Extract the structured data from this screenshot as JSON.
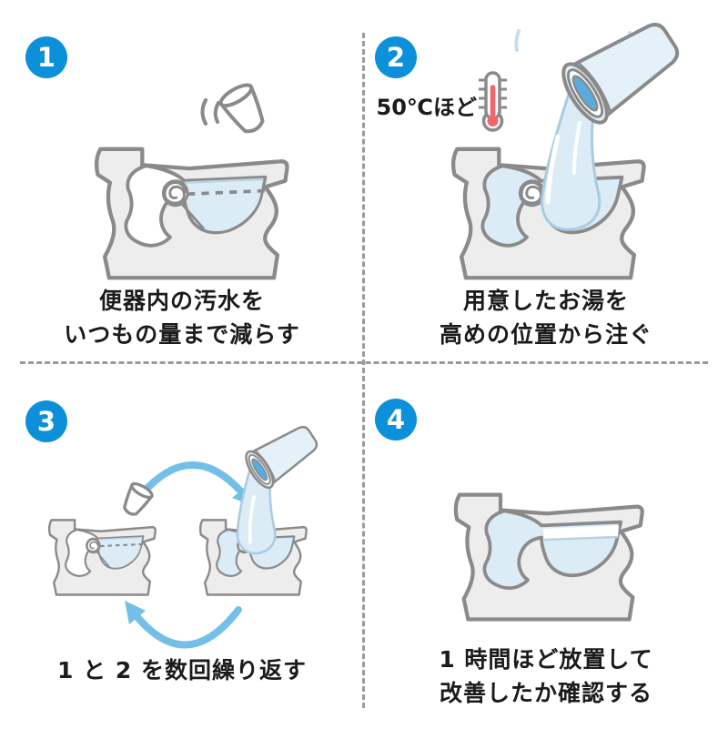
{
  "steps": [
    {
      "number": "1",
      "caption": [
        "便器内の汚水を",
        "いつもの量まで減らす"
      ]
    },
    {
      "number": "2",
      "temp_label": "50℃ほど",
      "caption": [
        "用意したお湯を",
        "高めの位置から注ぐ"
      ]
    },
    {
      "number": "3",
      "caption": [
        "1 と 2 を数回繰り返す"
      ]
    },
    {
      "number": "4",
      "caption": [
        "1 時間ほど放置して",
        "改善したか確認する"
      ]
    }
  ],
  "colors": {
    "badge_blue": "#0c90d9",
    "arrow_blue": "#72c0e8",
    "water_blue": "#dcecf7",
    "bucket_fill_blue": "#e4f1f9",
    "bucket_inner_blue": "#57ade0",
    "thermometer_red": "#f4646c",
    "outline_gray": "#8a8a8a",
    "porcelain_gray": "#ededed",
    "divider_gray": "#9a9a9a",
    "text_color": "#1b1b1b",
    "background": "#ffffff"
  },
  "icons": {
    "step-badge": "filled-blue-circle",
    "thermometer-icon": "tube-with-red-mercury-and-bulb",
    "bucket-icon": "tilted-pouring-bucket",
    "cup-icon": "tilted-bailing-cup",
    "motion-marks-icon": "double-arc-lines",
    "cycle-arrows-icon": "two-curved-repeat-arrows",
    "toilet-illustration": "toilet-cross-section",
    "swirl-icon": "spiral-clog-symbol",
    "water-level-line": "dashed-target-level-line"
  }
}
